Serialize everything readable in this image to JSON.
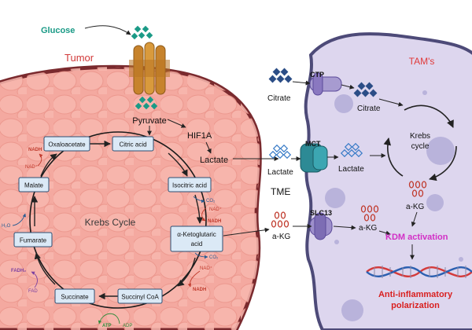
{
  "title_glucose": "Glucose",
  "title_tumor": "Tumor",
  "title_tams": "TAM's",
  "label_pyruvate": "Pyruvate",
  "label_hif1a": "HIF1A",
  "label_lactate_tumor": "Lactate",
  "label_tme": "TME",
  "krebs_cycle_tumor": "Krebs Cycle",
  "metabolites": {
    "citric_acid": "Citric acid",
    "isocitric_acid": "Isocitric acid",
    "akg_line1": "α-Ketoglutaric",
    "akg_line2": "acid",
    "succinyl_coa": "Succinyl CoA",
    "succinate": "Succinate",
    "fumarate": "Fumarate",
    "malate": "Malate",
    "oxaloacetate": "Oxaloacetate"
  },
  "cofactors": {
    "nadh_1": "NADH",
    "nad_1": "NAD⁺",
    "co2_1": "CO₂",
    "nad_2": "NAD⁺",
    "nadh_2": "NADH",
    "co2_2": "CO₂",
    "nad_3": "NAD⁺",
    "nadh_3": "NADH",
    "atp": "ATP",
    "adp": "ADP",
    "fadh2": "FADH₂",
    "fad": "FAD",
    "h2o": "H₂O"
  },
  "tme": {
    "citrate": "Citrate",
    "lactate": "Lactate",
    "akg": "a-KG"
  },
  "transporters": {
    "ctp": "CTP",
    "mct": "MCT",
    "slc13": "SLC13"
  },
  "tam": {
    "citrate": "Citrate",
    "lactate": "Lactate",
    "krebs_line1": "Krebs",
    "krebs_line2": "cycle",
    "akg_1": "a-KG",
    "akg_2": "a-KG",
    "kdm_activation": "KDM activation",
    "anti_line1": "Anti-inflammatory",
    "anti_line2": "polarization"
  },
  "colors": {
    "tumor_fill": "#f4a9a0",
    "tumor_border": "#7a2a2e",
    "tam_fill": "#ddd6ee",
    "tam_border": "#4d4a78",
    "node_fill": "#dbe9f6",
    "node_border": "#2d4f73",
    "cofactor_red": "#c0392b",
    "kdm": "#d22fc5",
    "anti": "#d92020",
    "glucose": "#1a9a86",
    "citrate_glyph": "#2b4d86",
    "lactate_glyph": "#3a7cc7",
    "akg_glyph": "#c0392b",
    "transporter_brown": "#c7832c",
    "transporter_teal": "#2d8a95",
    "transporter_purple": "#8a78c0"
  }
}
